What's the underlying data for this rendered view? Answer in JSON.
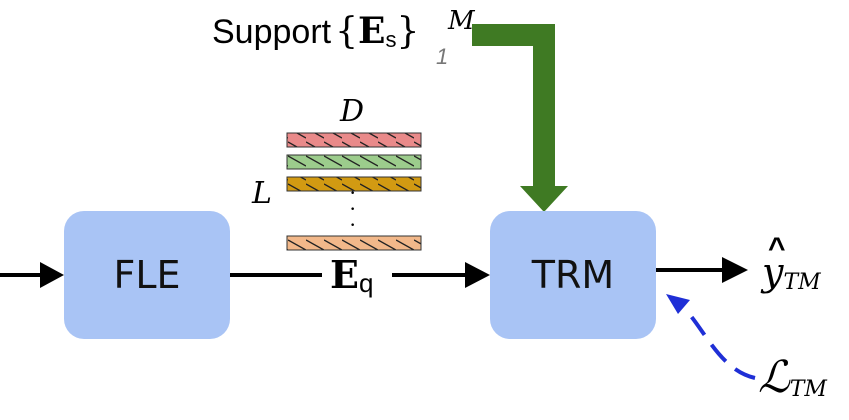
{
  "nodes": {
    "fle": {
      "label": "FLE"
    },
    "trm": {
      "label": "TRM"
    }
  },
  "support": {
    "text": "Support",
    "open": "{",
    "symbol": "E",
    "sub": "s",
    "close": "}",
    "upper": "M",
    "lower": "1"
  },
  "stack": {
    "dim_top": "D",
    "dim_side": "L",
    "dots": "·",
    "colors": [
      "#e98a8a",
      "#9ccc8c",
      "#d29a12",
      "#f2b88a"
    ]
  },
  "embedding": {
    "symbol": "E",
    "sub": "q"
  },
  "output": {
    "hat": "^",
    "symbol": "y",
    "sub": "TM"
  },
  "loss": {
    "symbol": "ℒ",
    "sub": "TM"
  },
  "colors": {
    "box": "#a9c4f5",
    "support_arrow": "#3f7a23",
    "loss_arrow": "#1f2fd6",
    "line": "#000000"
  }
}
